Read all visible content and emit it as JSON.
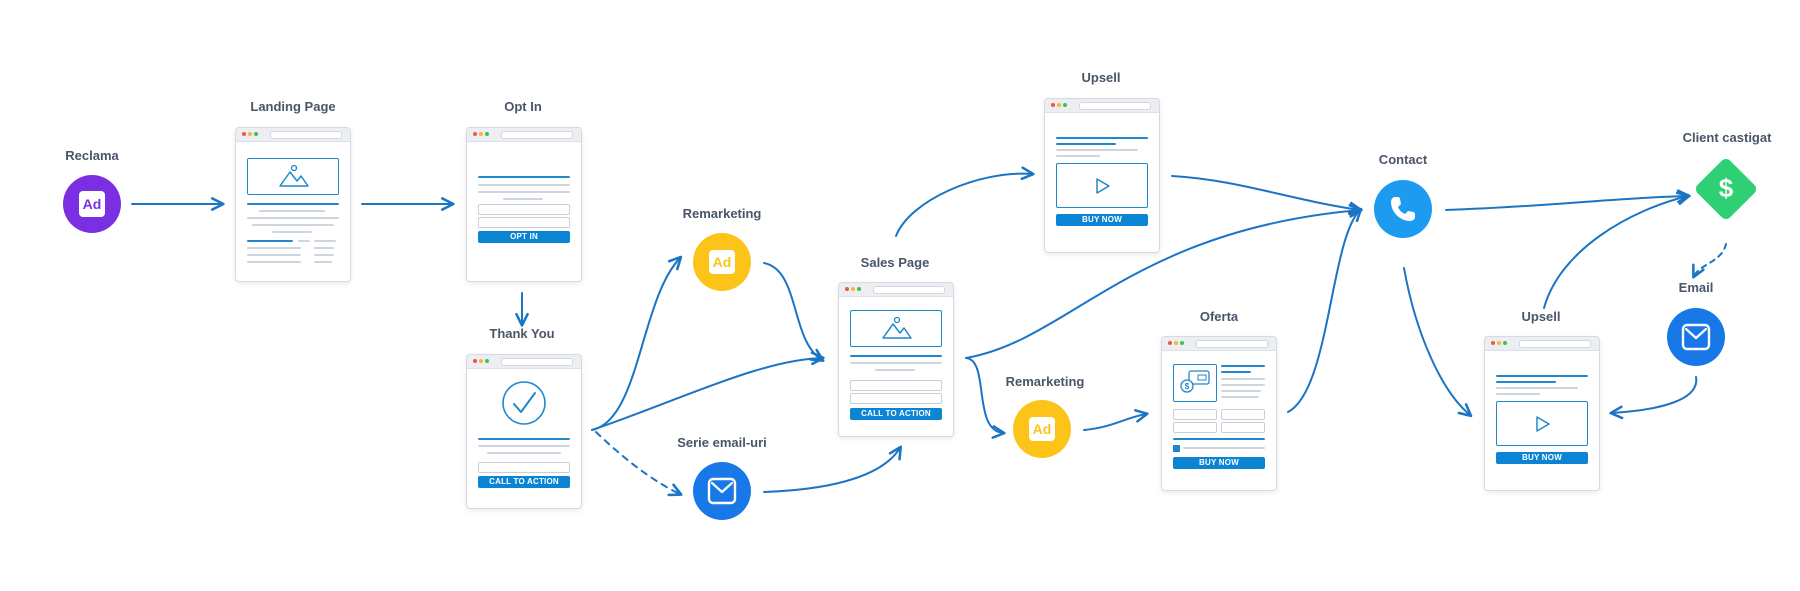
{
  "labels": {
    "reclama": "Reclama",
    "landing_page": "Landing Page",
    "opt_in": "Opt In",
    "thank_you": "Thank You",
    "remarketing_1": "Remarketing",
    "serie_email": "Serie email-uri",
    "sales_page": "Sales Page",
    "upsell_1": "Upsell",
    "remarketing_2": "Remarketing",
    "oferta": "Oferta",
    "contact": "Contact",
    "upsell_2": "Upsell",
    "client": "Client castigat",
    "email": "Email"
  },
  "buttons": {
    "opt_in": "OPT IN",
    "cta_thank_you": "CALL TO ACTION",
    "cta_sales": "CALL TO ACTION",
    "buy_upsell_1": "BUY NOW",
    "buy_oferta": "BUY NOW",
    "buy_upsell_2": "BUY NOW"
  },
  "icons": {
    "ad": "Ad",
    "reclama_icon": "ad-icon",
    "remarketing_icon": "ad-icon",
    "email_icon": "envelope-icon",
    "contact_icon": "phone-icon",
    "client_icon": "dollar-icon",
    "dollar_glyph": "$"
  },
  "colors": {
    "purple": "#7b2fe3",
    "yellow": "#fcc419",
    "blue": "#1878e8",
    "light_blue": "#1d9bf0",
    "green": "#2fd073",
    "arrow": "#1b74c4",
    "button": "#0b84d3"
  }
}
